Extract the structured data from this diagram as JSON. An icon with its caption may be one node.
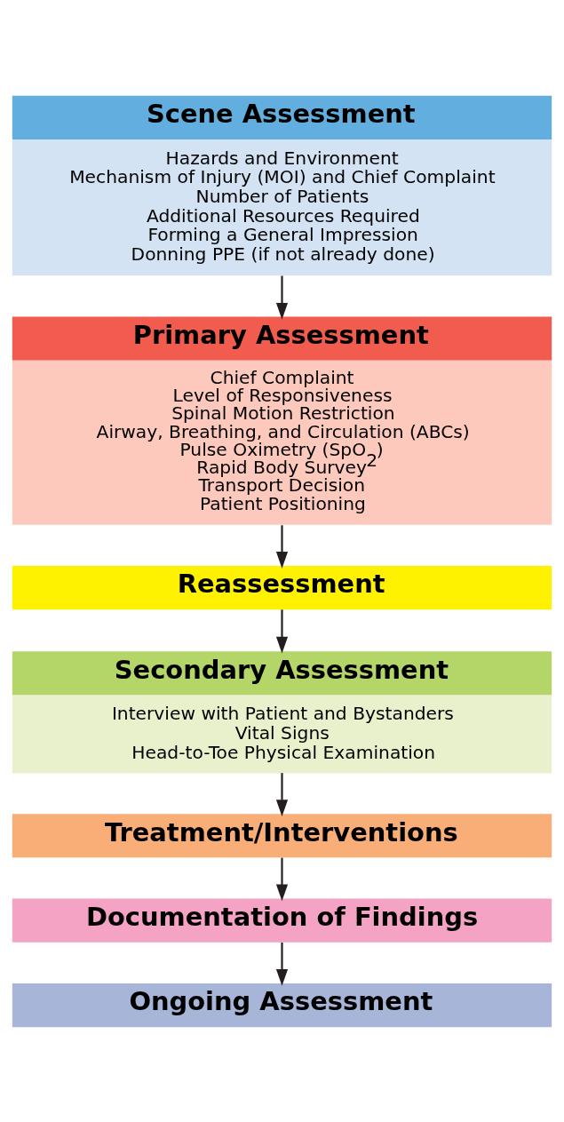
{
  "diagram": {
    "nodes": [
      {
        "text": [
          "Scene Assessment",
          "Hazards and Environment",
          "Mechanism of Injury (MOI) and Chief Complaint",
          "Number of Patients",
          "Additional Resources Required",
          "Forming a General Impression",
          "Donning PPE (if not already done)"
        ]
      },
      {
        "text": [
          "Primary Assessment",
          "Chief Complaint",
          "Level of Responsiveness",
          "Spinal Motion Restriction",
          "Airway, Breathing, and Circulation (ABCs)",
          "Pulse Oximetry (SpO$_{2}$)",
          "Rapid Body Survey",
          "Transport Decision",
          "Patient Positioning"
        ]
      },
      {
        "text": [
          "Reassessment"
        ]
      },
      {
        "text": [
          "Secondary Assessment",
          "Interview with Patient and Bystanders",
          "Vital Signs",
          "Head-to-Toe Physical Examination"
        ]
      },
      {
        "text": [
          "Treatment/Interventions"
        ]
      },
      {
        "text": [
          "Documentation of Findings"
        ]
      },
      {
        "text": [
          "Ongoing Assessment"
        ]
      }
    ],
    "edges": [
      {
        "from": 0,
        "to": 1,
        "arrow": "to"
      },
      {
        "from": 1,
        "to": 2,
        "arrow": "to"
      },
      {
        "from": 2,
        "to": 3,
        "arrow": "to"
      },
      {
        "from": 3,
        "to": 4,
        "arrow": "to"
      },
      {
        "from": 4,
        "to": 5,
        "arrow": "to"
      },
      {
        "from": 5,
        "to": 6,
        "arrow": "to"
      }
    ]
  }
}
